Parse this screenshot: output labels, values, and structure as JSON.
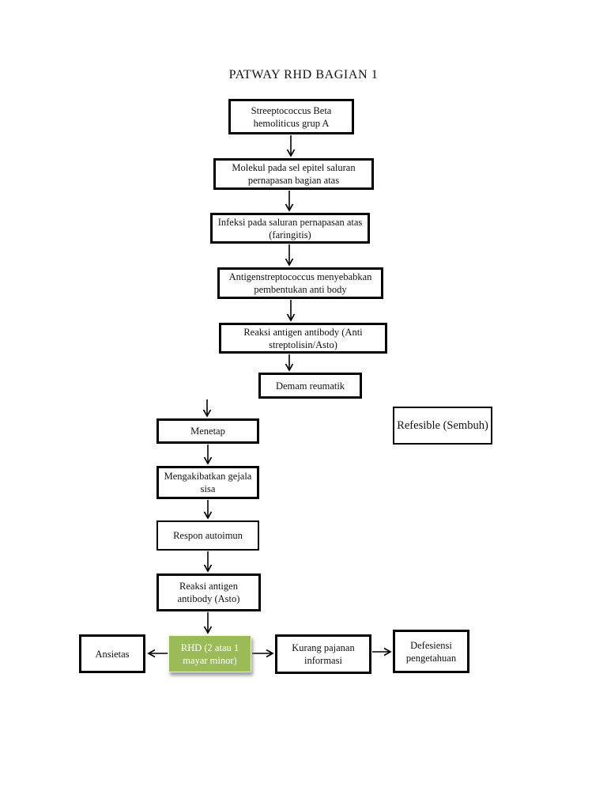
{
  "title": "PATWAY RHD BAGIAN 1",
  "colors": {
    "page_background": "#ffffff",
    "box_border": "#000000",
    "box_fill": "#ffffff",
    "text": "#111111",
    "rhd_fill": "#9bbb59",
    "rhd_text": "#ffffff"
  },
  "nodes": {
    "strep": {
      "label": "Streeptococcus Beta hemoliticus grup A"
    },
    "molekul": {
      "label": "Molekul pada sel epitel saluran pernapasan bagian atas"
    },
    "infeksi": {
      "label": "Infeksi pada saluran pernapasan atas (faringitis)"
    },
    "antigen": {
      "label": "Antigenstreptococcus menyebabkan pembentukan anti body"
    },
    "reaksi_anti": {
      "label": "Reaksi antigen antibody (Anti streptolisin/Asto)"
    },
    "demam": {
      "label": "Demam reumatik"
    },
    "refesible": {
      "label": "Refesible (Sembuh)"
    },
    "menetap": {
      "label": "Menetap"
    },
    "gejala": {
      "label": "Mengakibatkan gejala sisa"
    },
    "respon": {
      "label": "Respon autoimun"
    },
    "reaksi_asto": {
      "label": "Reaksi antigen antibody (Asto)"
    },
    "ansietas": {
      "label": "Ansietas"
    },
    "rhd": {
      "label": "RHD (2 atau 1 mayar minor)"
    },
    "kurang": {
      "label": "Kurang pajanan informasi"
    },
    "defesiensi": {
      "label": "Defesiensi pengetahuan"
    }
  },
  "edges": [
    {
      "from": "strep",
      "to": "molekul"
    },
    {
      "from": "molekul",
      "to": "infeksi"
    },
    {
      "from": "infeksi",
      "to": "antigen"
    },
    {
      "from": "antigen",
      "to": "reaksi_anti"
    },
    {
      "from": "reaksi_anti",
      "to": "demam"
    },
    {
      "from": "demam",
      "to": "menetap"
    },
    {
      "from": "menetap",
      "to": "gejala"
    },
    {
      "from": "gejala",
      "to": "respon"
    },
    {
      "from": "respon",
      "to": "reaksi_asto"
    },
    {
      "from": "reaksi_asto",
      "to": "rhd"
    },
    {
      "from": "rhd",
      "to": "ansietas"
    },
    {
      "from": "rhd",
      "to": "kurang"
    },
    {
      "from": "kurang",
      "to": "defesiensi"
    }
  ]
}
